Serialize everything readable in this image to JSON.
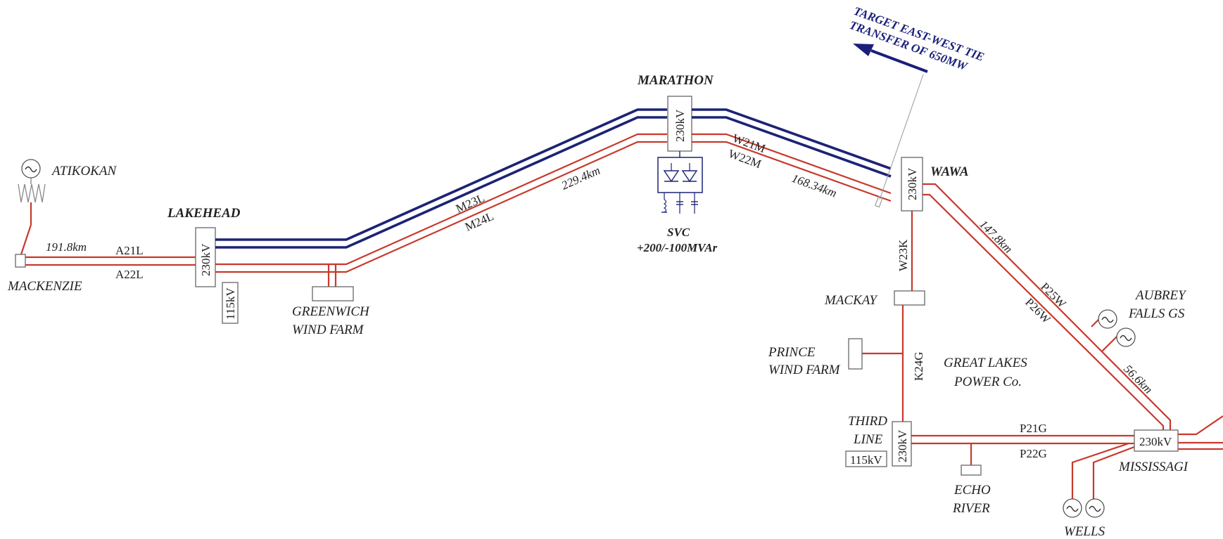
{
  "substations": {
    "atikokan": "ATIKOKAN",
    "lakehead": "LAKEHEAD",
    "marathon": "MARATHON",
    "wawa": "WAWA",
    "mackenzie": "MACKENZIE",
    "mackay": "MACKAY",
    "third_line_1": "THIRD",
    "third_line_2": "LINE",
    "mississagi": "MISSISSAGI",
    "echo_river_1": "ECHO",
    "echo_river_2": "RIVER",
    "wells": "WELLS"
  },
  "generation": {
    "greenwich_1": "GREENWICH",
    "greenwich_2": "WIND FARM",
    "prince_1": "PRINCE",
    "prince_2": "WIND FARM",
    "aubrey_1": "AUBREY",
    "aubrey_2": "FALLS GS"
  },
  "region": {
    "line1": "GREAT LAKES",
    "line2": "POWER Co."
  },
  "voltages": {
    "lakehead": "230kV",
    "lakehead_low": "115kV",
    "marathon": "230kV",
    "wawa": "230kV",
    "third_line": "230kV",
    "third_line_low": "115kV",
    "mississagi": "230kV"
  },
  "circuits": {
    "a21l": "A21L",
    "a22l": "A22L",
    "m23l": "M23L",
    "m24l": "M24L",
    "w21m": "W21M",
    "w22m": "W22M",
    "w23k": "W23K",
    "k24g": "K24G",
    "p25w": "P25W",
    "p26w": "P26W",
    "p21g": "P21G",
    "p22g": "P22G"
  },
  "distances": {
    "mackenzie_lakehead": "191.8km",
    "lakehead_marathon": "229.4km",
    "marathon_wawa": "168.34km",
    "wawa_mississagi": "147.8km",
    "aubrey_mississagi": "56.6km"
  },
  "svc": {
    "name": "SVC",
    "rating": "+200/-100MVAr"
  },
  "target": {
    "line1": "TARGET EAST-WEST TIE",
    "line2": "TRANSFER OF 650MW"
  },
  "colors": {
    "existing_line": "#c8392b",
    "new_line": "#1c2376",
    "target_text": "#1a1f7a"
  }
}
